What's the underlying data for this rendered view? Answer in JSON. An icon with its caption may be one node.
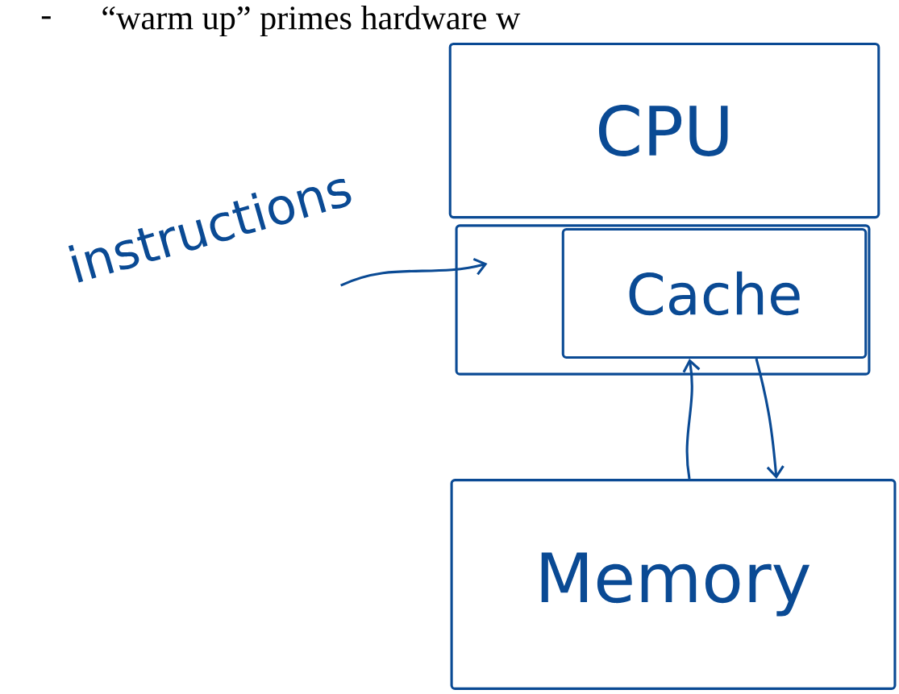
{
  "diagram": {
    "nodes": [
      {
        "text": [
          "CPU"
        ]
      },
      {
        "text": [],
        "shape": "box"
      },
      {
        "text": [
          "Cache"
        ],
        "in": 1
      },
      {
        "text": [
          "instructions"
        ]
      },
      {
        "text": [
          "Memory"
        ]
      }
    ],
    "edges": [
      {
        "from": 3,
        "to": 1,
        "arrow": "to"
      },
      {
        "from": 4,
        "to": 2,
        "arrow": "to"
      },
      {
        "from": 2,
        "to": 4,
        "arrow": "to"
      }
    ],
    "labels": [
      "-",
      "“warm up” primes hardware w"
    ]
  }
}
